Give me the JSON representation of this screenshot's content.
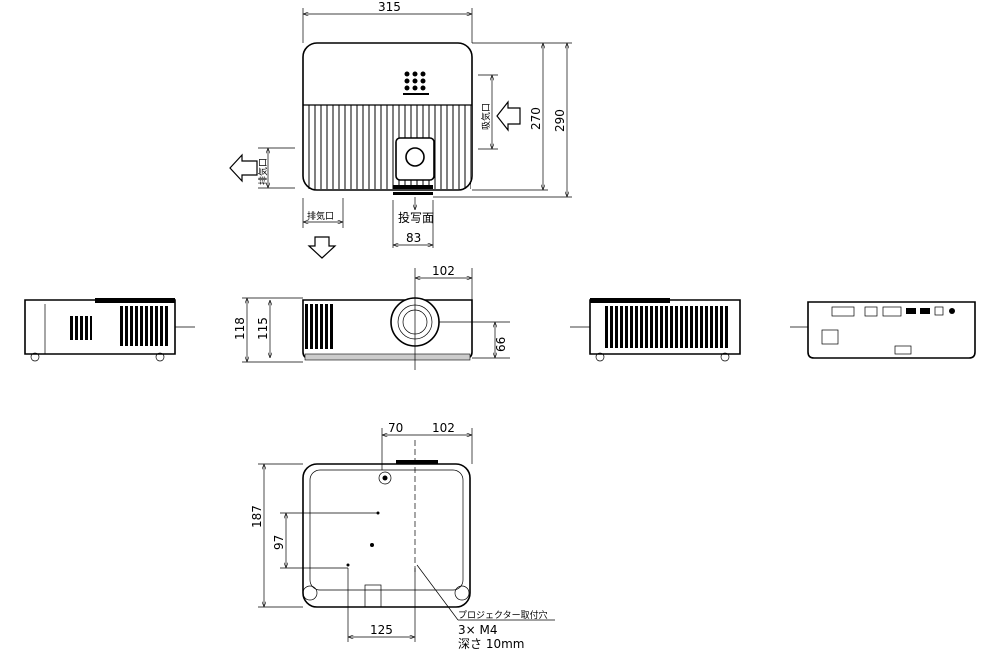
{
  "top_view": {
    "width_dim": "315",
    "depth_dim": "270",
    "depth_total_dim": "290",
    "intake_label": "吸気口",
    "exhaust_side_label": "排気口",
    "exhaust_bottom_label": "排気口",
    "projection_surface_label": "投写面",
    "lens_width_dim": "83"
  },
  "front_view": {
    "lens_offset_dim": "102",
    "height_total_dim": "118",
    "height_dim": "115",
    "lens_height_dim": "66"
  },
  "bottom_view": {
    "hole_spacing_dim": "70",
    "lens_offset_dim": "102",
    "depth_dim": "187",
    "hole_depth_dim": "97",
    "hole_width_dim": "125",
    "mount_label": "プロジェクター取付穴",
    "mount_screw": "3× M4",
    "mount_depth": "深さ 10mm"
  }
}
